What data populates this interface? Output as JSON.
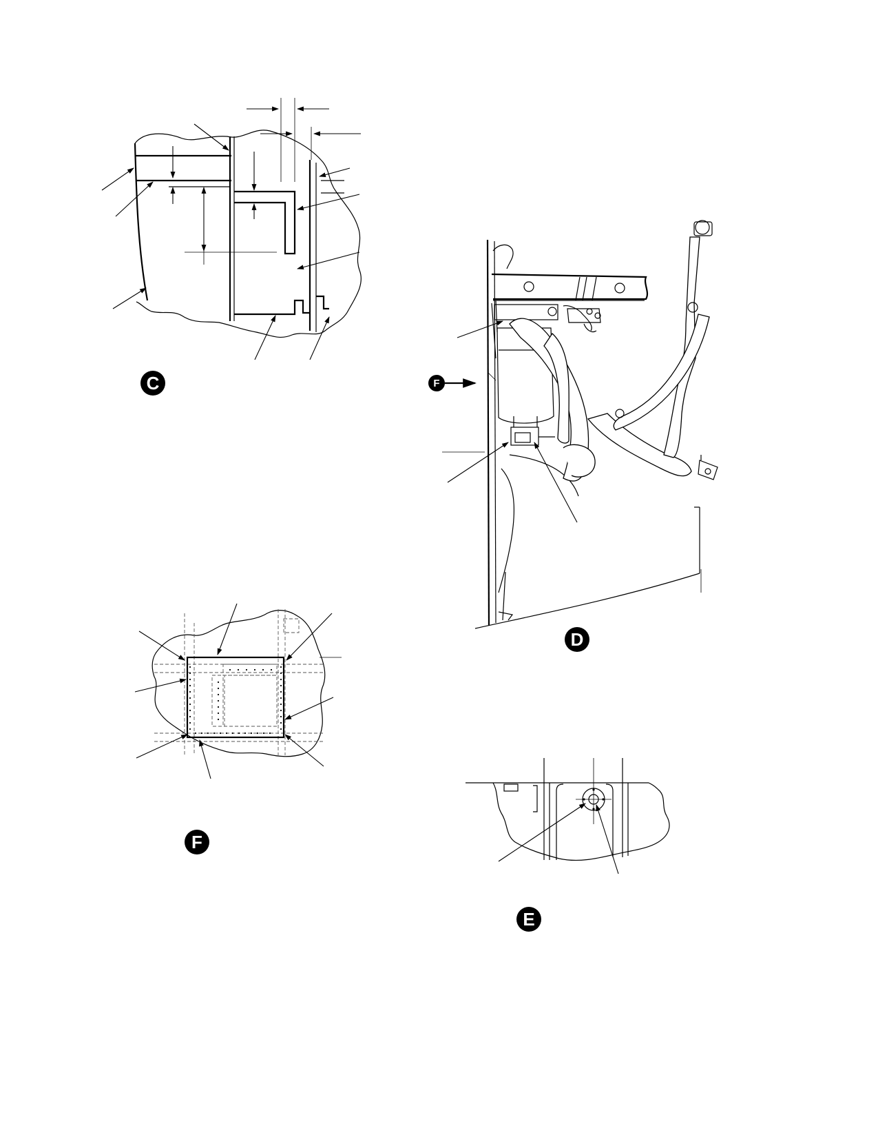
{
  "views": [
    {
      "id": "view-c",
      "label": "C"
    },
    {
      "id": "view-d",
      "label": "D"
    },
    {
      "id": "view-e",
      "label": "E"
    },
    {
      "id": "view-f",
      "label": "F"
    }
  ],
  "view_d_reference": {
    "label": "F",
    "direction": "arrow-right"
  },
  "colors": {
    "ink": "#000000",
    "paper": "#ffffff",
    "hidden_line": "#555555"
  }
}
